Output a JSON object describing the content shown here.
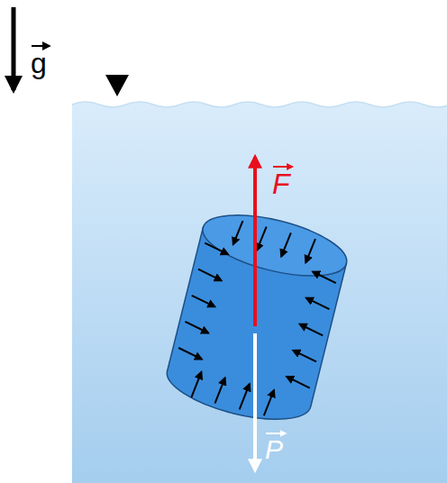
{
  "diagram": {
    "labels": [
      "g",
      "F",
      "P"
    ]
  }
}
